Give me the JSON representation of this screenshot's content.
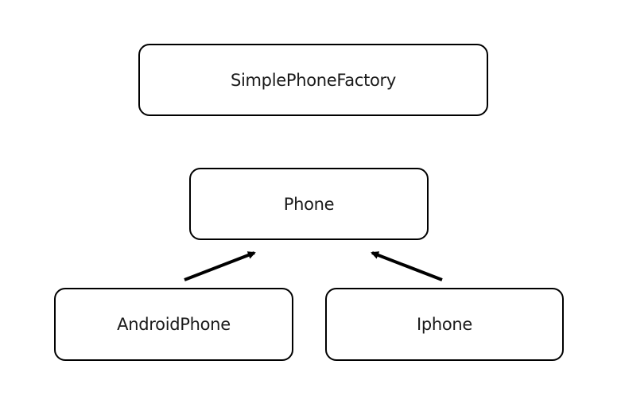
{
  "diagram": {
    "nodes": {
      "factory": "SimplePhoneFactory",
      "phone": "Phone",
      "android": "AndroidPhone",
      "iphone": "Iphone"
    },
    "edges": [
      {
        "from": "AndroidPhone",
        "to": "Phone",
        "style": "solid arrow"
      },
      {
        "from": "Iphone",
        "to": "Phone",
        "style": "solid arrow"
      }
    ]
  },
  "colors": {
    "stroke": "#000000",
    "background": "#ffffff"
  }
}
